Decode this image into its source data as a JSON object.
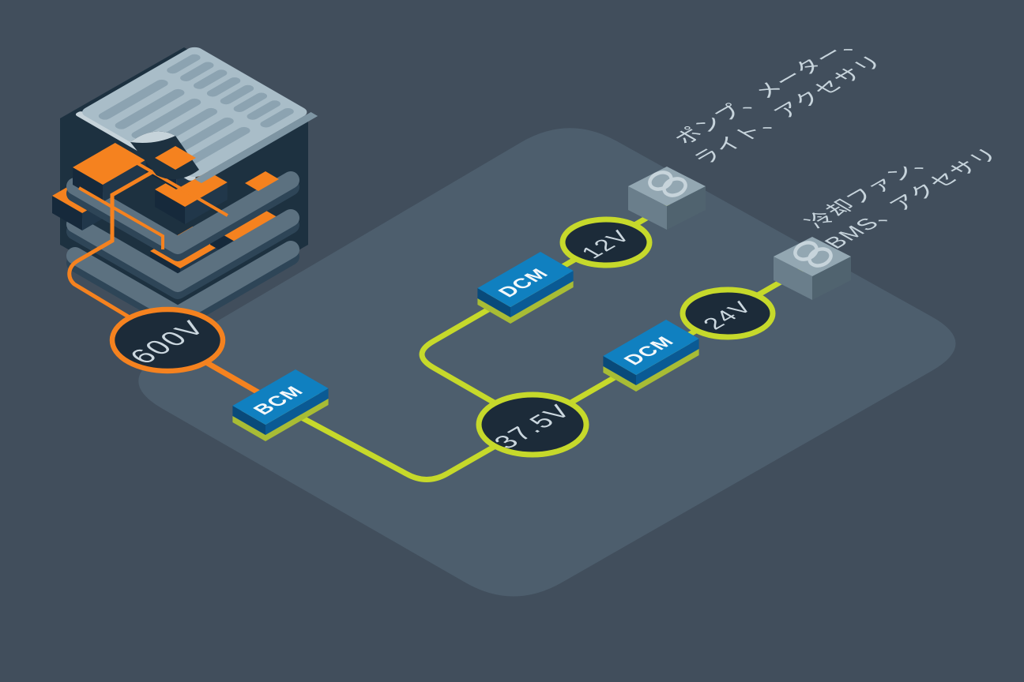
{
  "diagram": {
    "nodes": {
      "hv": {
        "label": "600V"
      },
      "bcm": {
        "label": "BCM"
      },
      "bus": {
        "label": "37.5V"
      },
      "dcm_a": {
        "label": "DCM"
      },
      "out12": {
        "label": "12V"
      },
      "dcm_b": {
        "label": "DCM"
      },
      "out24": {
        "label": "24V"
      }
    },
    "annotations": {
      "load12": {
        "line1": "ポンプ、メーター、",
        "line2": "ライト、アクセサリ"
      },
      "load24": {
        "line1": "冷却ファン、",
        "line2": "BMS、アクセサリ"
      }
    },
    "colors": {
      "background": "#414E5C",
      "platform": "#4D5E6D",
      "node_fill": "#1C2B39",
      "orange": "#F5821F",
      "lime": "#C6D92B",
      "lime_base_top": "#D2DF6F",
      "lime_base_side": "#A8BC35",
      "blue_top": "#1080C0",
      "blue_left": "#094A7A",
      "blue_right": "#0A5A94",
      "battery_body": "#1D3140",
      "battery_cover": "#A9BDC8",
      "cover_slot": "#8CA3B1",
      "cover_lip": "#C6D3DA",
      "shelf_slate": "#5C7180",
      "shelf_shadow": "#2E4557",
      "cell_orange": "#F5821F",
      "cube_top": "#93A7B2",
      "cube_left": "#6A7E8B",
      "cube_right": "#50636F",
      "ring": "#C7D4DB",
      "text_light": "#CBD7DF"
    }
  }
}
